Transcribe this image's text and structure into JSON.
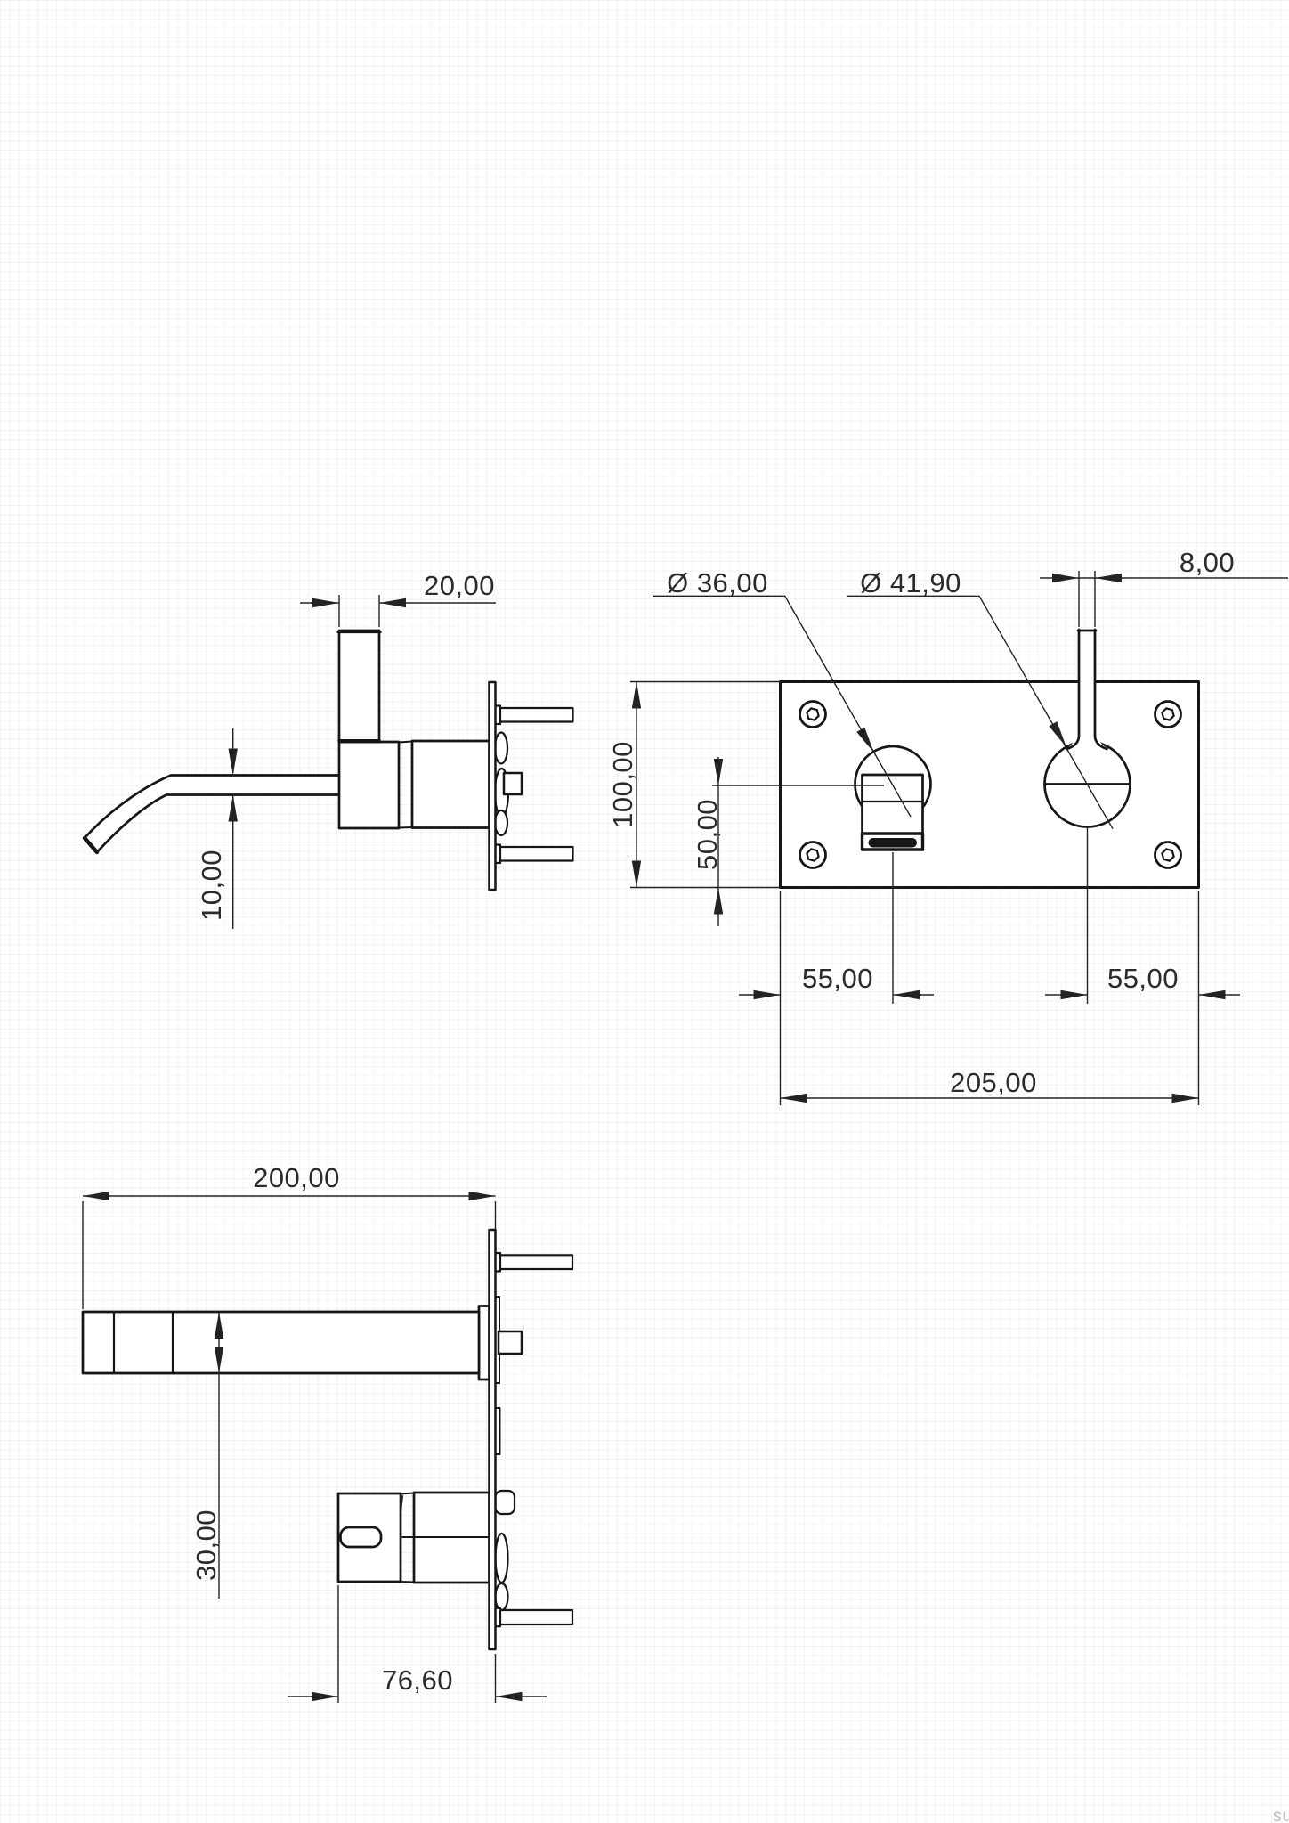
{
  "drawing": {
    "watermark": "su",
    "colors": {
      "line": "#161616",
      "text": "#2b2b2b",
      "background": "#ffffff"
    },
    "views": {
      "side_view_top": {
        "dims": {
          "handle_width": "20,00",
          "spout_thickness": "10,00"
        }
      },
      "front_view": {
        "dims": {
          "spout_diameter": "Ø 36,00",
          "handle_diameter": "Ø 41,90",
          "lever_width": "8,00",
          "plate_height": "100,00",
          "spout_center_height": "50,00",
          "spout_offset_from_left": "55,00",
          "handle_offset_from_right": "55,00",
          "plate_width": "205,00"
        }
      },
      "side_view_bottom": {
        "dims": {
          "spout_length": "200,00",
          "spout_height": "30,00",
          "body_depth": "76,60"
        }
      }
    }
  }
}
